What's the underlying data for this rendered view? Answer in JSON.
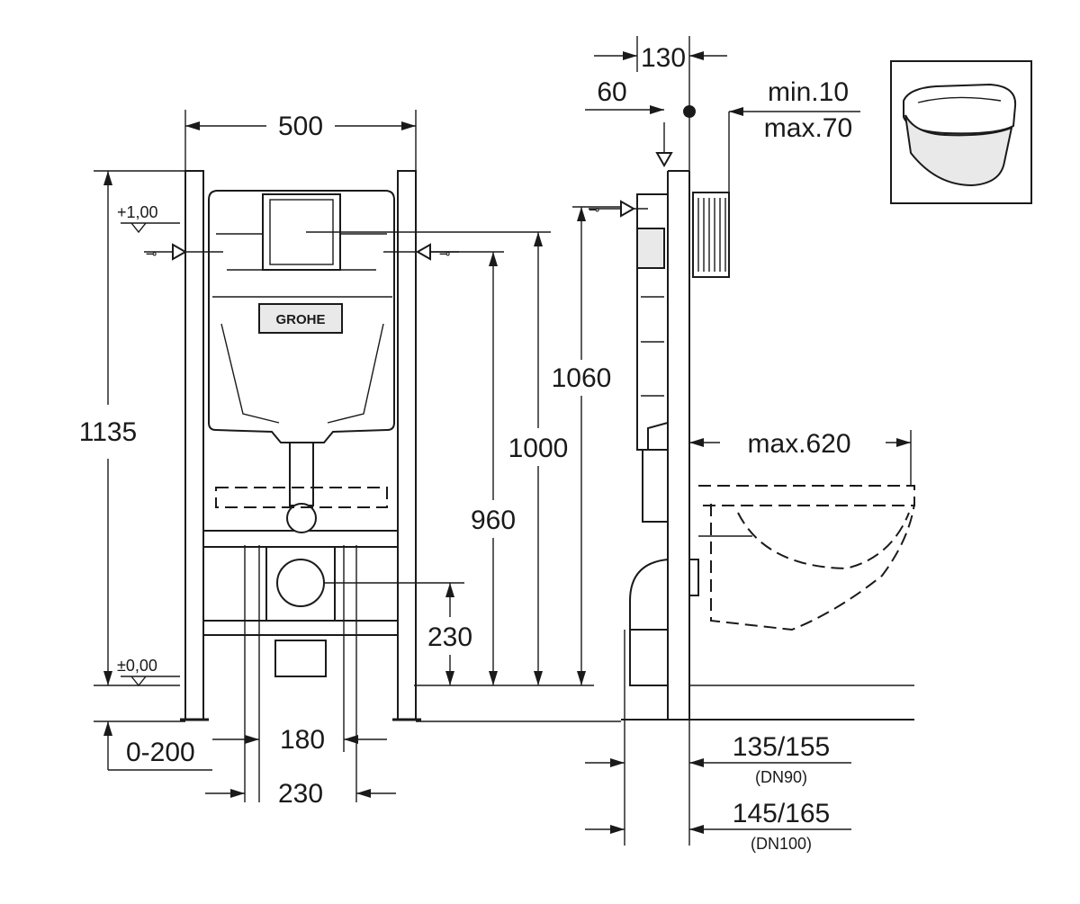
{
  "front_view": {
    "width_total": "500",
    "height_total": "1135",
    "level_top": "+1,00",
    "level_zero": "±0,00",
    "height_960": "960",
    "height_1000": "1000",
    "height_1060": "1060",
    "height_230": "230",
    "width_180": "180",
    "width_230": "230",
    "foot_adjust": "0-200",
    "brand_logo": "GROHE"
  },
  "side_view": {
    "depth_130": "130",
    "depth_60": "60",
    "wall_min": "min.10",
    "wall_max": "max.70",
    "bowl_max": "max.620",
    "dn90_value": "135/155",
    "dn90_label": "(DN90)",
    "dn100_value": "145/165",
    "dn100_label": "(DN100)"
  },
  "icons": {
    "thumbnail": "wall-hung-toilet-icon"
  }
}
